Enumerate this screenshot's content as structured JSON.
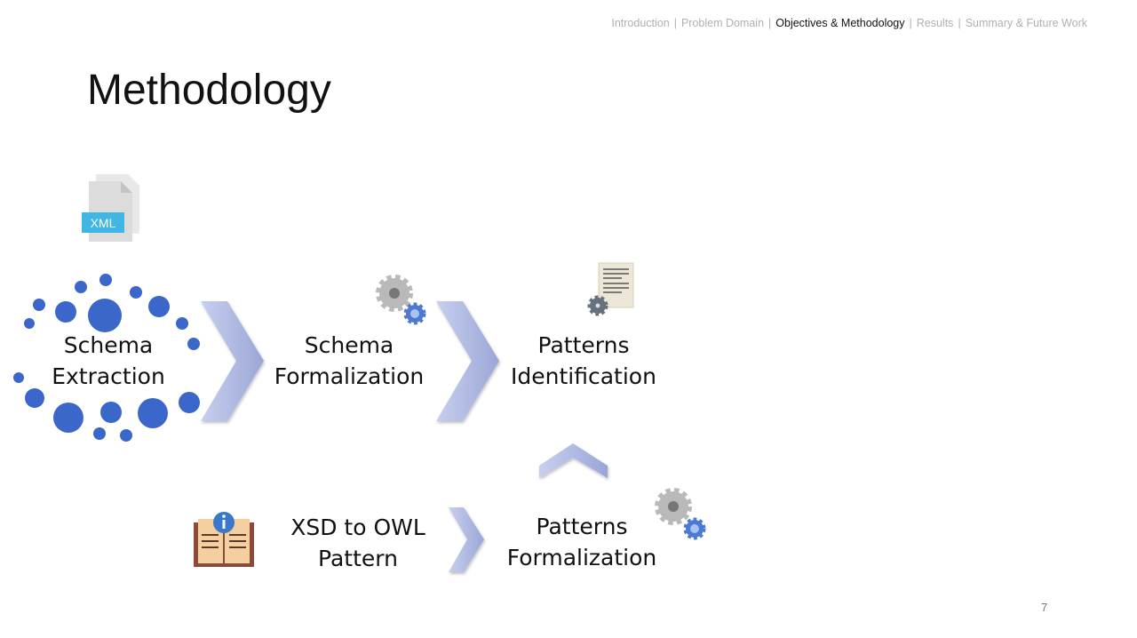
{
  "nav": {
    "items": [
      "Introduction",
      "Problem Domain",
      "Objectives & Methodology",
      "Results",
      "Summary & Future Work"
    ],
    "active_index": 2,
    "separator": "|"
  },
  "slide": {
    "title": "Methodology",
    "page_number": "7"
  },
  "diagram": {
    "steps": {
      "schema_extraction": [
        "Schema",
        "Extraction"
      ],
      "schema_formalization": [
        "Schema",
        "Formalization"
      ],
      "patterns_identification": [
        "Patterns",
        "Identification"
      ],
      "xsd_to_owl": [
        "XSD to OWL",
        "Pattern"
      ],
      "patterns_formalization": [
        "Patterns",
        "Formalization"
      ]
    },
    "xml_icon_label": "XML"
  },
  "colors": {
    "dot": "#3a67c9",
    "chevron": "#aab4de",
    "xml_badge": "#3fb6e4"
  }
}
